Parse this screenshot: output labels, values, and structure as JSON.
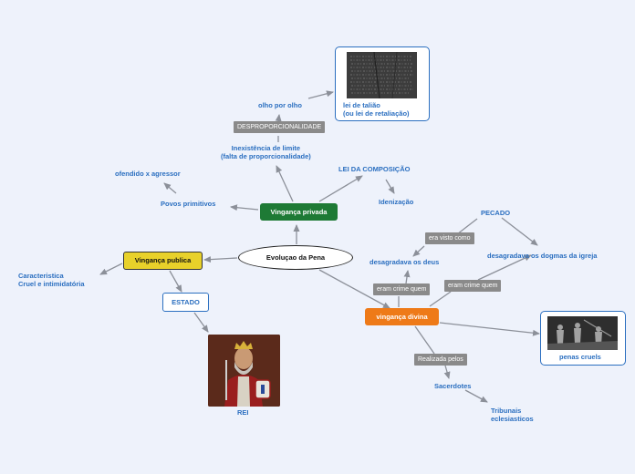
{
  "central": "Evoluçao da Pena",
  "branches": {
    "vinganca_privada": "Vingança privada",
    "vinganca_publica": "Vingança publica",
    "vinganca_divina": "vingança divina"
  },
  "privada": {
    "inexistencia": "Inexistência de limite\n(falta de proporcionalidade)",
    "desproporcionalidade": "DESPROPORCIONALIDADE",
    "olho_por_olho": "olho por olho",
    "lei_de_taliao": "lei de talião\n(ou lei de retaliação)",
    "lei_da_composicao": "LEI DA COMPOSIÇÃO",
    "idenizacao": "Idenização",
    "povos_primitivos": "Povos primitivos",
    "ofendido_x_agressor": "ofendido x agressor"
  },
  "publica": {
    "caracteristica": "Caracteristica\nCruel e intimidatória",
    "estado": "ESTADO",
    "rei": "REI"
  },
  "divina": {
    "pecado": "PECADO",
    "era_visto_como": "era visto como",
    "desagradava_os_deus": "desagradava os deus",
    "desagradava_dogmas": "desagradava os dogmas da igreja",
    "eram_crime_quem_1": "eram crime quem",
    "eram_crime_quem_2": "eram crime quem",
    "penas_crueis": "penas cruels",
    "realizada_pelos": "Realizada pelos",
    "sacerdotes": "Sacerdotes",
    "tribunais": "Tribunais\neclesiasticos"
  },
  "colors": {
    "background": "#eef2fb",
    "text_blue": "#2b6fc0",
    "green_node": "#1e7a35",
    "yellow_node": "#e8d12a",
    "orange_node": "#ee7a18",
    "connector": "#8c9099",
    "relation_label": "#8a8a8a"
  }
}
